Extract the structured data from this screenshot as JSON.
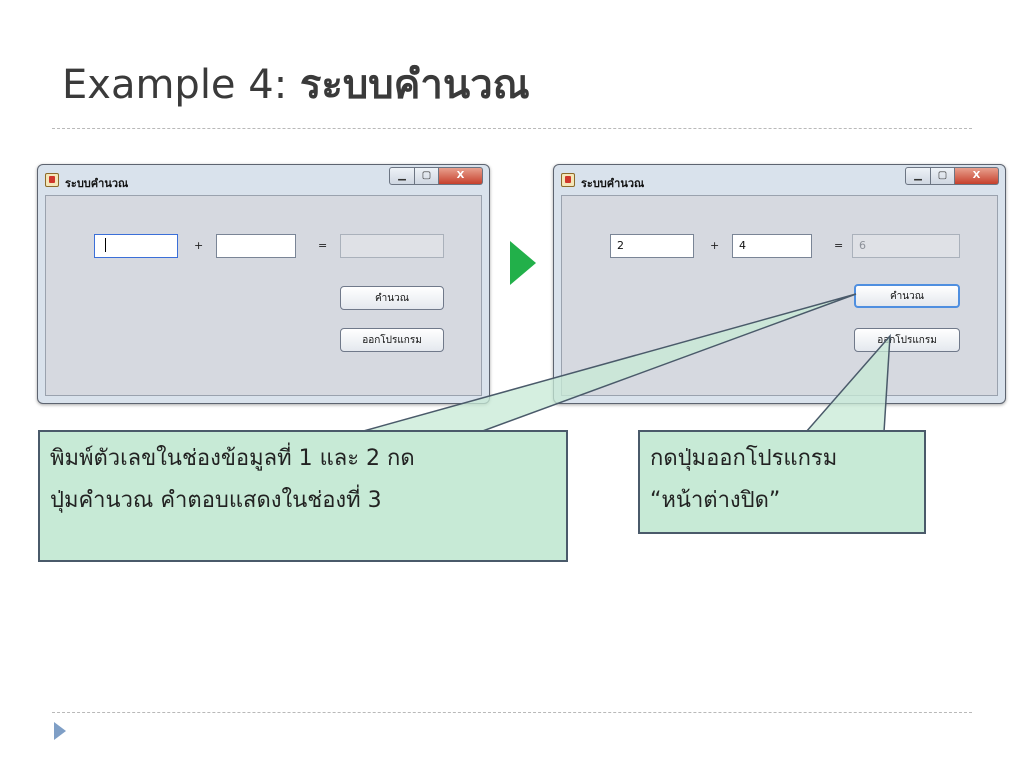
{
  "slide": {
    "title_prefix": "Example 4: ",
    "title_thai": "ระบบคำนวณ"
  },
  "window_before": {
    "title": "ระบบคำนวณ",
    "close_label": "X",
    "field1_value": "",
    "plus": "+",
    "field2_value": "",
    "equals": "=",
    "result_value": "",
    "calc_button": "คำนวณ",
    "exit_button": "ออกโปรแกรม"
  },
  "window_after": {
    "title": "ระบบคำนวณ",
    "close_label": "X",
    "field1_value": "2",
    "plus": "+",
    "field2_value": "4",
    "equals": "=",
    "result_value": "6",
    "calc_button": "คำนวณ",
    "exit_button": "ออกโปรแกรม"
  },
  "callout_left": {
    "line1": "พิมพ์ตัวเลขในช่องข้อมูลที่ 1 และ 2 กด",
    "line2": "ปุ่มคำนวณ คำตอบแสดงในช่องที่ 3"
  },
  "callout_right": {
    "line1": "กดปุ่มออกโปรแกรม",
    "line2": "“หน้าต่างปิด”"
  },
  "colors": {
    "arrow": "#22b04a",
    "callout_fill": "#c7ead6",
    "bullet": "#7f9fc6"
  }
}
